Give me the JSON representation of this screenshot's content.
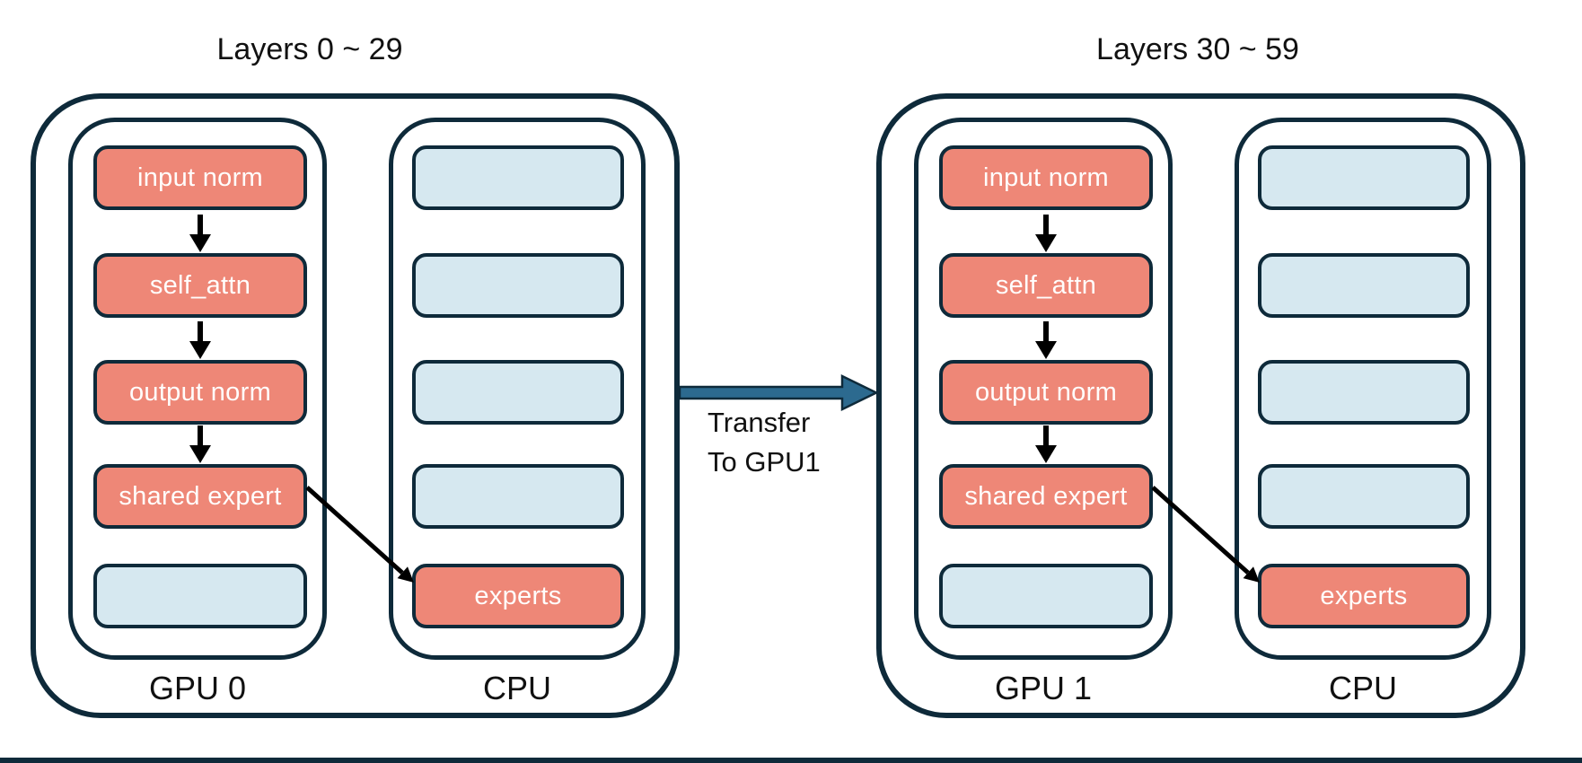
{
  "page": {
    "background": "#ffffff",
    "bottom_bar_color": "#0e2a3a"
  },
  "colors": {
    "outline": "#0e2a3a",
    "salmon_block": "#ee8777",
    "blue_block": "#d6e8f0",
    "transfer_arrow_fill": "#2c6a8f",
    "flow_arrow": "#000000",
    "text_dark": "#111111",
    "text_light": "#ffffff"
  },
  "icons": {
    "flow": "down-arrow-icon",
    "offload": "diagonal-arrow-icon",
    "transfer": "right-arrow-icon"
  },
  "transfer": {
    "line1": "Transfer",
    "line2": "To GPU1"
  },
  "groups": [
    {
      "title": "Layers 0 ~ 29",
      "gpu": {
        "label": "GPU 0",
        "blocks": [
          {
            "label": "input norm",
            "type": "salmon"
          },
          {
            "label": "self_attn",
            "type": "salmon"
          },
          {
            "label": "output norm",
            "type": "salmon"
          },
          {
            "label": "shared expert",
            "type": "salmon"
          },
          {
            "label": "",
            "type": "blue"
          }
        ]
      },
      "cpu": {
        "label": "CPU",
        "blocks": [
          {
            "label": "",
            "type": "blue"
          },
          {
            "label": "",
            "type": "blue"
          },
          {
            "label": "",
            "type": "blue"
          },
          {
            "label": "",
            "type": "blue"
          },
          {
            "label": "experts",
            "type": "salmon"
          }
        ]
      }
    },
    {
      "title": "Layers 30 ~ 59",
      "gpu": {
        "label": "GPU 1",
        "blocks": [
          {
            "label": "input norm",
            "type": "salmon"
          },
          {
            "label": "self_attn",
            "type": "salmon"
          },
          {
            "label": "output norm",
            "type": "salmon"
          },
          {
            "label": "shared expert",
            "type": "salmon"
          },
          {
            "label": "",
            "type": "blue"
          }
        ]
      },
      "cpu": {
        "label": "CPU",
        "blocks": [
          {
            "label": "",
            "type": "blue"
          },
          {
            "label": "",
            "type": "blue"
          },
          {
            "label": "",
            "type": "blue"
          },
          {
            "label": "",
            "type": "blue"
          },
          {
            "label": "experts",
            "type": "salmon"
          }
        ]
      }
    }
  ]
}
